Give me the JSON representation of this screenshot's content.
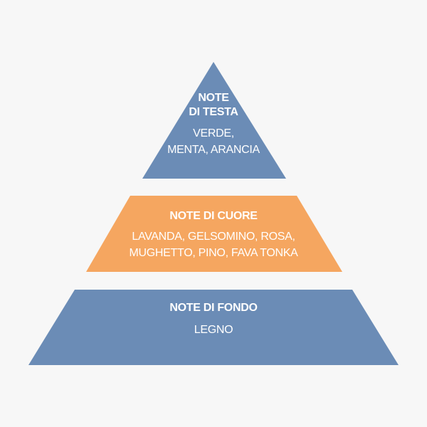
{
  "colors": {
    "background": "#f7f7f7",
    "blue": "#6b8cb6",
    "orange": "#f5a660",
    "text": "#ffffff"
  },
  "pyramid": {
    "top": {
      "title": "NOTE\nDI TESTA",
      "notes": "VERDE,\nMENTA, ARANCIA"
    },
    "middle": {
      "title": "NOTE DI CUORE",
      "notes": "LAVANDA, GELSOMINO, ROSA,\nMUGHETTO, PINO, FAVA TONKA"
    },
    "bottom": {
      "title": "NOTE DI FONDO",
      "notes": "LEGNO"
    }
  }
}
